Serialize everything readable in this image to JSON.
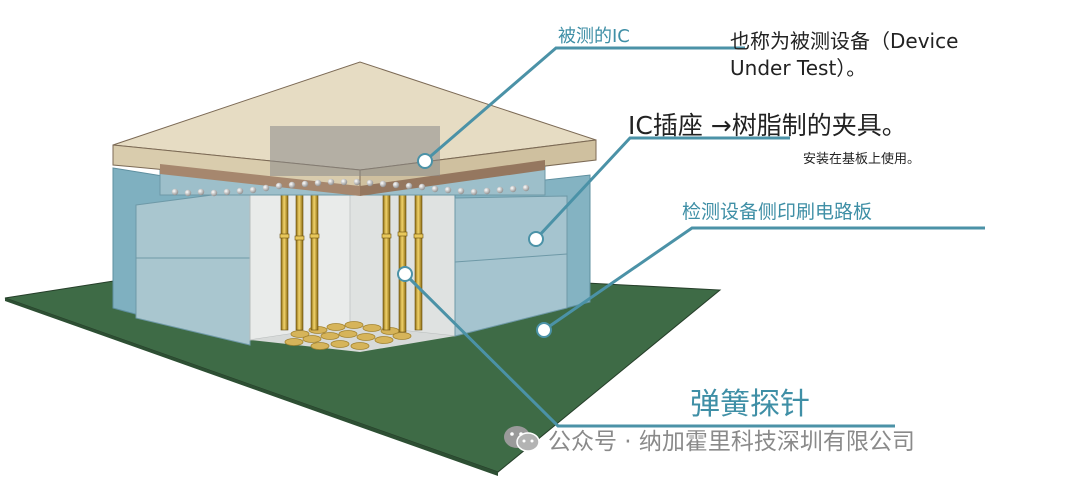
{
  "labels": {
    "dut": "被测的IC",
    "dut_desc_line1": "也称为被测设备（Device",
    "dut_desc_line2": "Under Test）。",
    "socket": "IC插座 →树脂制的夹具。",
    "socket_desc": "安装在基板上使用。",
    "pcb": "检测设备侧印刷电路板",
    "probe": "弹簧探针"
  },
  "watermark": {
    "icon": "wechat-icon",
    "text": "公众号 · 纳加霍里科技深圳有限公司"
  },
  "colors": {
    "pcb_green": "#3e6b46",
    "ic_top": "#e8dcc2",
    "ic_body": "#a6876e",
    "socket_blue": "#8fb6c3",
    "pin_gold": "#c9a93a",
    "leader_teal": "#4b92a7",
    "label_teal": "#3f8fa6"
  }
}
